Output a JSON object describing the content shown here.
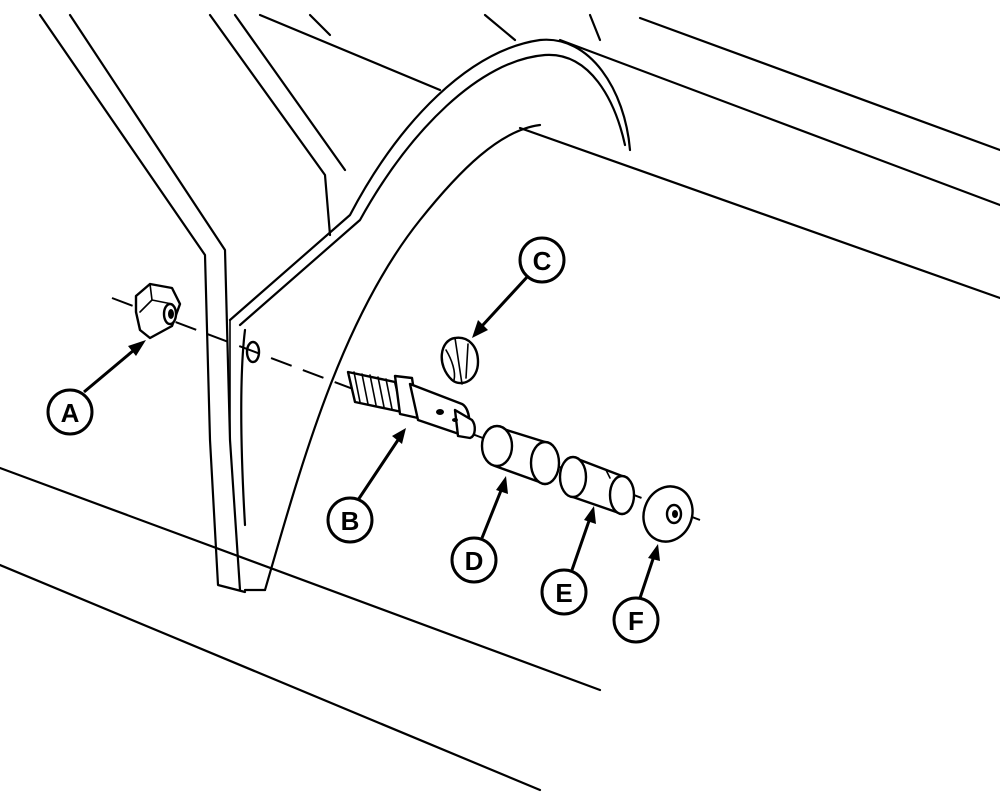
{
  "diagram": {
    "callouts": [
      {
        "id": "A",
        "label": "A"
      },
      {
        "id": "B",
        "label": "B"
      },
      {
        "id": "C",
        "label": "C"
      },
      {
        "id": "D",
        "label": "D"
      },
      {
        "id": "E",
        "label": "E"
      },
      {
        "id": "F",
        "label": "F"
      }
    ]
  }
}
